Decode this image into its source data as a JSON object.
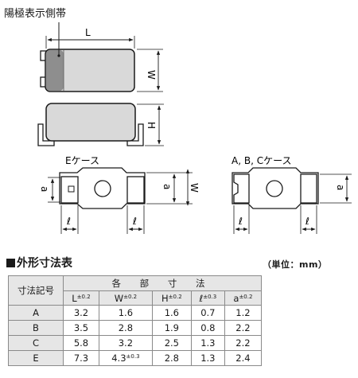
{
  "labels": {
    "anode_band": "陽極表示側帯",
    "L": "L",
    "W": "W",
    "H": "H",
    "a": "a",
    "ell": "ℓ",
    "e_case": "Eケース",
    "abc_case": "A, B, Cケース"
  },
  "section": {
    "title": "外形寸法表",
    "unit": "（単位：mm）"
  },
  "table": {
    "row_header": "寸法記号",
    "group_header": "各 部 寸 法",
    "columns": [
      {
        "name": "L",
        "tol": "±0.2"
      },
      {
        "name": "W",
        "tol": "±0.2"
      },
      {
        "name": "H",
        "tol": "±0.2"
      },
      {
        "name": "ℓ",
        "tol": "±0.3"
      },
      {
        "name": "a",
        "tol": "±0.2"
      }
    ],
    "rows": [
      {
        "case": "A",
        "L": "3.2",
        "W": "1.6",
        "H": "1.6",
        "ell": "0.7",
        "a": "1.2",
        "W_tol": ""
      },
      {
        "case": "B",
        "L": "3.5",
        "W": "2.8",
        "H": "1.9",
        "ell": "0.8",
        "a": "2.2",
        "W_tol": ""
      },
      {
        "case": "C",
        "L": "5.8",
        "W": "3.2",
        "H": "2.5",
        "ell": "1.3",
        "a": "2.2",
        "W_tol": ""
      },
      {
        "case": "E",
        "L": "7.3",
        "W": "4.3",
        "H": "2.8",
        "ell": "1.3",
        "a": "2.4",
        "W_tol": "±0.3"
      }
    ]
  }
}
